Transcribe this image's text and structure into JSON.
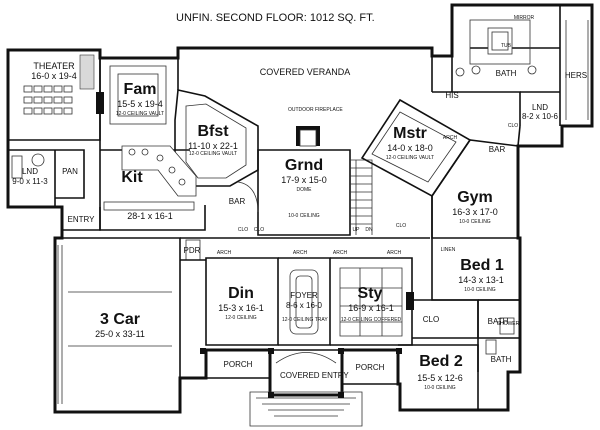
{
  "plan": {
    "top_note": "UNFIN. SECOND FLOOR: 1012 SQ. FT."
  },
  "rooms": {
    "theater": {
      "name": "THEATER",
      "dims": "16-0 x 19-4"
    },
    "fam": {
      "name": "Fam",
      "dims": "15-5 x 19-4",
      "note": "12-0 CEILING VAULT"
    },
    "bfst": {
      "name": "Bfst",
      "dims": "11-10 x 22-1",
      "note": "12-0 CEILING VAULT"
    },
    "covered_veranda": {
      "name": "COVERED VERANDA"
    },
    "grnd": {
      "name": "Grnd",
      "dims": "17-9 x 15-0",
      "note": "DOME",
      "note2": "10-0 CEILING"
    },
    "mstr": {
      "name": "Mstr",
      "dims": "14-0 x 18-0",
      "note": "12-0 CEILING VAULT"
    },
    "bath_master": {
      "name": "BATH"
    },
    "hers": {
      "name": "HERS"
    },
    "his": {
      "name": "HIS"
    },
    "lnd_upper": {
      "name": "LND",
      "dims": "8-2 x 10-6"
    },
    "lnd_left": {
      "name": "LND",
      "dims": "9-0 x 11-3"
    },
    "pan": {
      "name": "PAN"
    },
    "kit": {
      "name": "Kit",
      "dims": "28-1 x 16-1"
    },
    "entry_side": {
      "name": "ENTRY"
    },
    "bar_left": {
      "name": "BAR"
    },
    "bar_right": {
      "name": "BAR"
    },
    "gym": {
      "name": "Gym",
      "dims": "16-3 x 17-0",
      "note": "10-0 CEILING"
    },
    "car": {
      "name": "3 Car",
      "dims": "25-0 x 33-11"
    },
    "pdr": {
      "name": "PDR"
    },
    "din": {
      "name": "Din",
      "dims": "15-3 x 16-1",
      "note": "12-0 CEILING"
    },
    "foyer": {
      "name": "FOYER",
      "dims": "8-6 x 16-0",
      "note": "12-0 CEILING TRAY"
    },
    "sty": {
      "name": "Sty",
      "dims": "16-9 x 16-1",
      "note": "12-0 CEILING COFFERED"
    },
    "bed1": {
      "name": "Bed 1",
      "dims": "14-3 x 13-1",
      "note": "10-0 CEILING"
    },
    "clo_bed": {
      "name": "CLO"
    },
    "bath_bed1": {
      "name": "BATH"
    },
    "bath_bed2": {
      "name": "BATH"
    },
    "bed2": {
      "name": "Bed 2",
      "dims": "15-5 x 12-6",
      "note": "10-0 CEILING"
    },
    "porch_left": {
      "name": "PORCH"
    },
    "porch_right": {
      "name": "PORCH"
    },
    "covered_entry": {
      "name": "COVERED ENTRY"
    },
    "up": {
      "name": "UP"
    },
    "dn": {
      "name": "DN"
    },
    "clo_a": {
      "name": "CLO"
    },
    "clo_b": {
      "name": "CLO"
    },
    "clo_c": {
      "name": "CLO"
    },
    "clo_d": {
      "name": "CLO"
    },
    "arch1": {
      "name": "ARCH"
    },
    "arch2": {
      "name": "ARCH"
    },
    "arch3": {
      "name": "ARCH"
    },
    "arch4": {
      "name": "ARCH"
    },
    "outdoor_fireplace": {
      "name": "OUTDOOR FIREPLACE"
    },
    "master_arch": {
      "name": "ARCH"
    },
    "tub": {
      "name": "TUB"
    },
    "shower": {
      "name": "SHOWER"
    },
    "linen": {
      "name": "LINEN"
    },
    "mirror": {
      "name": "MIRROR"
    }
  }
}
